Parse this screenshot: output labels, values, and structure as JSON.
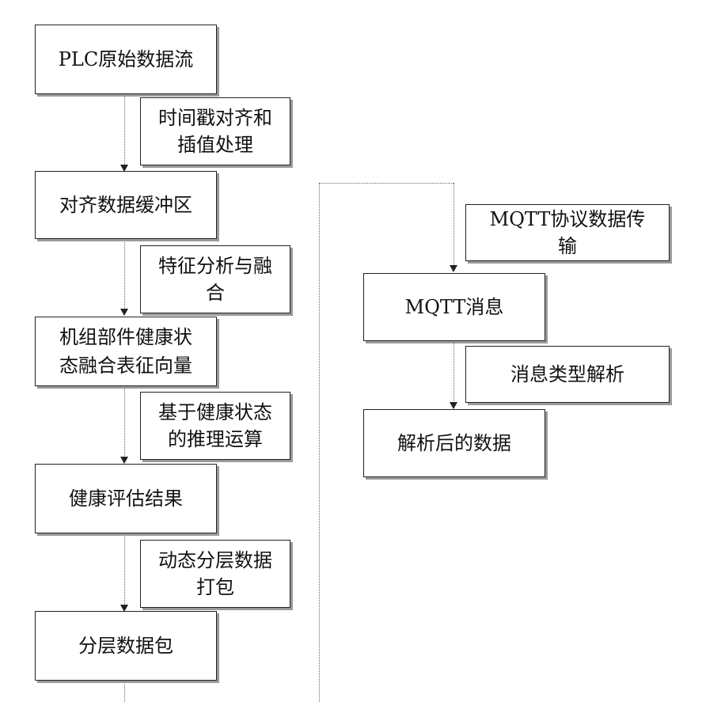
{
  "nodes": {
    "plc": "PLC原始数据流",
    "buffer": "对齐数据缓冲区",
    "vector": [
      "机组部件健康状",
      "态融合表征向量"
    ],
    "result": "健康评估结果",
    "packet": "分层数据包",
    "mqtt_msg": "MQTT消息",
    "parsed": "解析后的数据"
  },
  "edge_labels": {
    "align": [
      "时间戳对齐和",
      "插值处理"
    ],
    "fusion": [
      "特征分析与融",
      "合"
    ],
    "reasoning": [
      "基于健康状态",
      "的推理运算"
    ],
    "packing": [
      "动态分层数据",
      "打包"
    ],
    "mqtt": [
      "MQTT协议数据传",
      "输"
    ],
    "parse": "消息类型解析"
  }
}
